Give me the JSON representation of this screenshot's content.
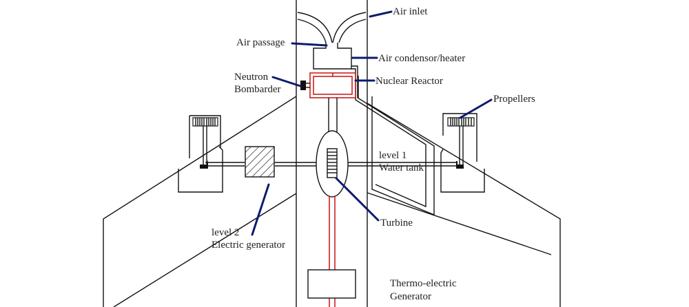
{
  "title": "Nuclear-powered aircraft schematic",
  "colors": {
    "outline": "#111111",
    "reactor_loop": "#cc1f1f",
    "leader_lines": "#0d1a6e",
    "text": "#222222"
  },
  "labels": {
    "air_inlet": "Air inlet",
    "air_passage": "Air passage",
    "air_condensor": "Air condensor/heater",
    "neutron_line1": "Neutron",
    "neutron_line2": "Bombarder",
    "nuclear_reactor": "Nuclear Reactor",
    "propellers": "Propellers",
    "water_tank_line1": "level 1",
    "water_tank_line2": "Water tank",
    "turbine": "Turbine",
    "electric_gen_line1": "level 2",
    "electric_gen_line2": "Electric generator",
    "thermo_line1": "Thermo-electric",
    "thermo_line2": "Generator"
  },
  "components": [
    {
      "id": "air-inlet",
      "label": "Air inlet"
    },
    {
      "id": "air-passage",
      "label": "Air passage"
    },
    {
      "id": "air-condensor-heater",
      "label": "Air condensor/heater"
    },
    {
      "id": "neutron-bombarder",
      "label": "Neutron Bombarder"
    },
    {
      "id": "nuclear-reactor",
      "label": "Nuclear Reactor"
    },
    {
      "id": "propellers",
      "label": "Propellers"
    },
    {
      "id": "water-tank",
      "label": "level 1 Water tank"
    },
    {
      "id": "turbine",
      "label": "Turbine"
    },
    {
      "id": "electric-generator",
      "label": "level 2 Electric generator"
    },
    {
      "id": "thermo-electric-generator",
      "label": "Thermo-electric Generator"
    }
  ]
}
